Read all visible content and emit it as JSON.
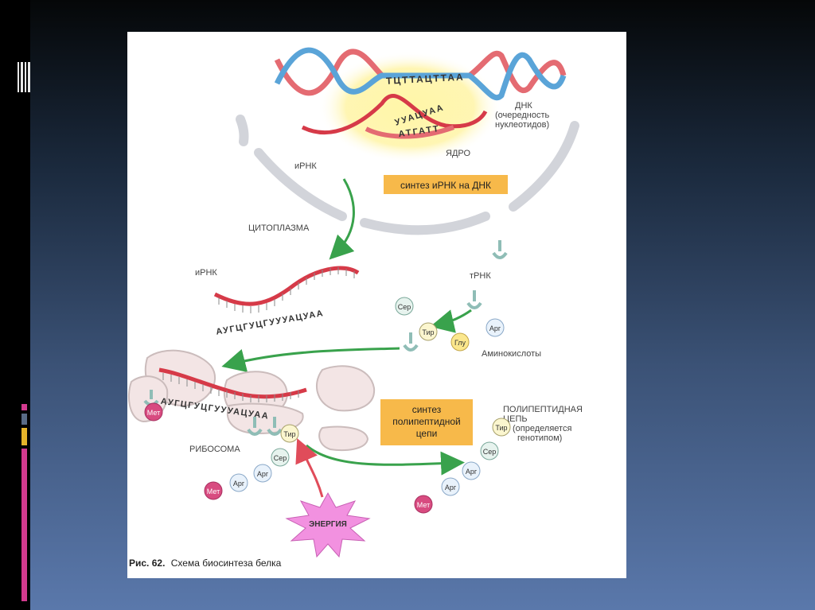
{
  "colors": {
    "accent_magenta": "#d23a8e",
    "accent_yellow": "#e5b32a",
    "accent_slate": "#596b86",
    "label_box": "#f7b94a",
    "arrow_green": "#39a24c",
    "arrow_red": "#e04c5a"
  },
  "decor": {
    "deco_icon": "vertical-lines-icon"
  },
  "figure": {
    "labels": {
      "dna": "ДНК",
      "dna_note1": "(очередность",
      "dna_note2": "нуклеотидов)",
      "nucleus": "ЯДРО",
      "mrna_top": "иРНК",
      "cytoplasm": "ЦИТОПЛАЗМА",
      "mrna_mid": "иРНК",
      "trna": "тРНК",
      "amino_acids": "Аминокислоты",
      "ribosome": "РИБОСОМА",
      "polypeptide1": "ПОЛИПЕПТИДНАЯ",
      "polypeptide2": "ЦЕПЬ",
      "polypeptide3": "(определяется",
      "polypeptide4": "генотипом)"
    },
    "boxes": {
      "mrna_synthesis": "синтез иРНК на ДНК",
      "chain_synthesis_1": "синтез",
      "chain_synthesis_2": "полипептидной",
      "chain_synthesis_3": "цепи"
    },
    "sequences": {
      "dna_top": "ТЦТТАЦТТАА",
      "dna_mrna": "УУАЦУАА",
      "dna_bottom": "АТГАТТ",
      "mrna_mid": "АУГЦГУЦГУУУАЦУАА",
      "mrna_ribosome": "АУГЦГУЦГУУУАЦУАА"
    },
    "amino": {
      "ser": "Сер",
      "tir": "Тир",
      "arg": "Арг",
      "glu": "Глу",
      "met": "Мет"
    },
    "energy": "ЭНЕРГИЯ",
    "caption_bold": "Рис. 62.",
    "caption_text": "Схема биосинтеза белка"
  }
}
